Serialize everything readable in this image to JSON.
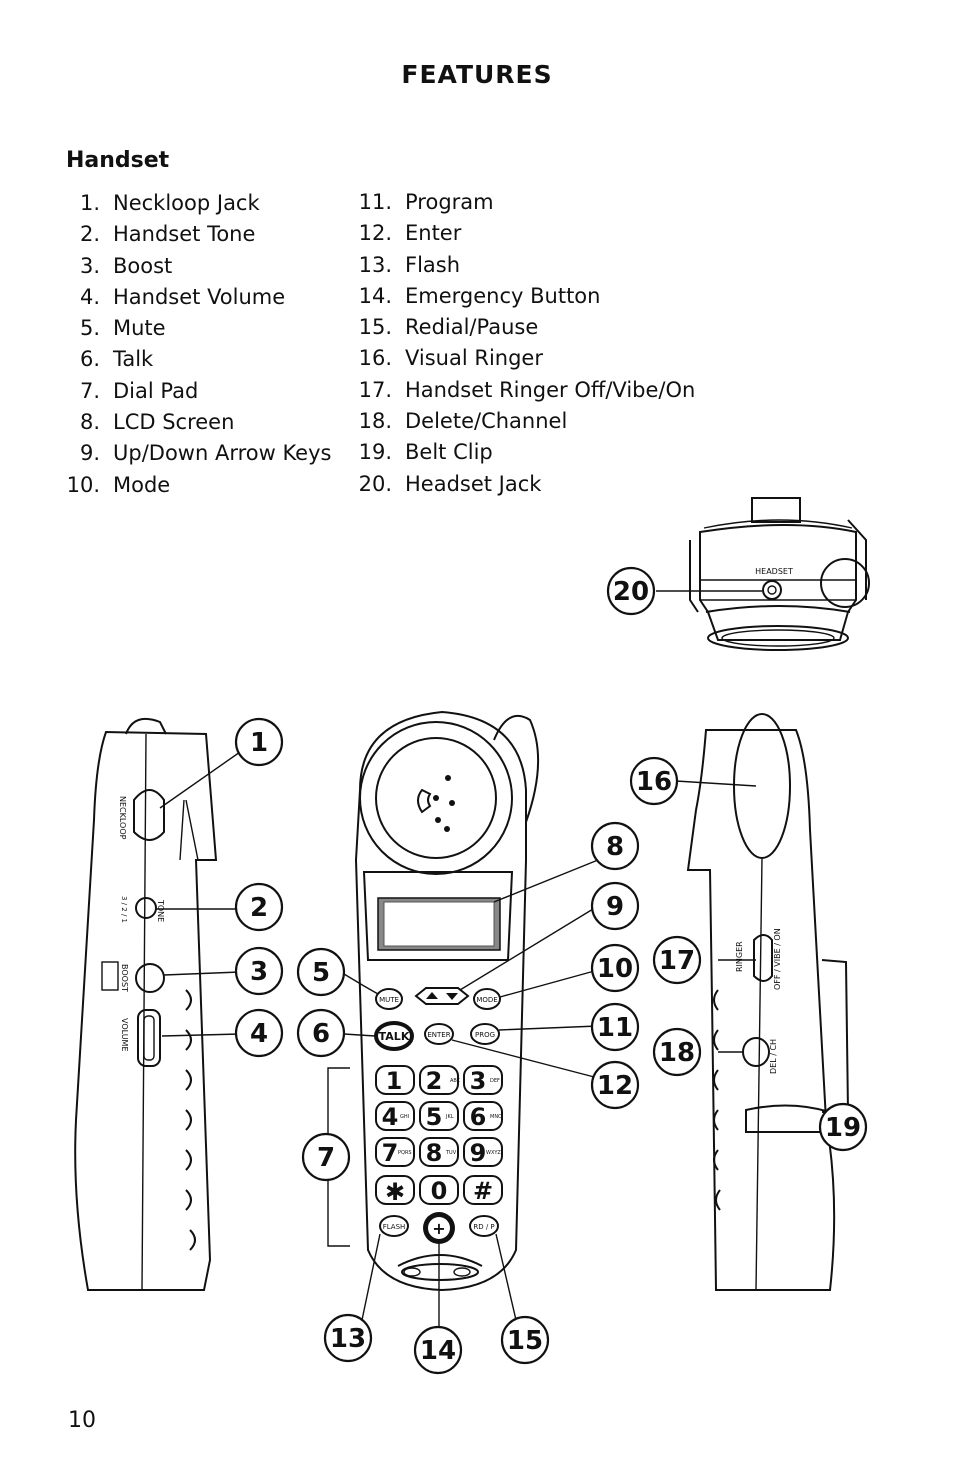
{
  "page": {
    "title": "FEATURES",
    "section": "Handset",
    "page_number": "10"
  },
  "features": [
    {
      "num": "1.",
      "label": "Neckloop Jack"
    },
    {
      "num": "2.",
      "label": "Handset Tone"
    },
    {
      "num": "3.",
      "label": "Boost"
    },
    {
      "num": "4.",
      "label": "Handset Volume"
    },
    {
      "num": "5.",
      "label": "Mute"
    },
    {
      "num": "6.",
      "label": "Talk"
    },
    {
      "num": "7.",
      "label": "Dial Pad"
    },
    {
      "num": "8.",
      "label": "LCD Screen"
    },
    {
      "num": "9.",
      "label": "Up/Down Arrow Keys"
    },
    {
      "num": "10.",
      "label": "Mode"
    },
    {
      "num": "11.",
      "label": "Program"
    },
    {
      "num": "12.",
      "label": "Enter"
    },
    {
      "num": "13.",
      "label": "Flash"
    },
    {
      "num": "14.",
      "label": "Emergency Button"
    },
    {
      "num": "15.",
      "label": "Redial/Pause"
    },
    {
      "num": "16.",
      "label": "Visual Ringer"
    },
    {
      "num": "17.",
      "label": "Handset Ringer Off/Vibe/On"
    },
    {
      "num": "18.",
      "label": "Delete/Channel"
    },
    {
      "num": "19.",
      "label": "Belt Clip"
    },
    {
      "num": "20.",
      "label": "Headset Jack"
    }
  ],
  "callouts": {
    "c1": "1",
    "c2": "2",
    "c3": "3",
    "c4": "4",
    "c5": "5",
    "c6": "6",
    "c7": "7",
    "c8": "8",
    "c9": "9",
    "c10": "10",
    "c11": "11",
    "c12": "12",
    "c13": "13",
    "c14": "14",
    "c15": "15",
    "c16": "16",
    "c17": "17",
    "c18": "18",
    "c19": "19",
    "c20": "20"
  },
  "device_labels": {
    "headset": "HEADSET",
    "neckloop": "NECKLOOP",
    "tone": "TONE",
    "tone_scale": "3 / 2 / 1",
    "boost": "BOOST",
    "volume": "VOLUME",
    "ringer": "RINGER",
    "off_vibe_on": "OFF / VIBE / ON",
    "del_ch": "DEL / CH",
    "mute": "MUTE",
    "mode": "MODE",
    "talk": "TALK",
    "enter": "ENTER",
    "prog": "PROG",
    "flash": "FLASH",
    "emergency": "+",
    "rdp": "RD / P",
    "keys": [
      {
        "digit": "1",
        "letters": ""
      },
      {
        "digit": "2",
        "letters": "ABC"
      },
      {
        "digit": "3",
        "letters": "DEF"
      },
      {
        "digit": "4",
        "letters": "GHI"
      },
      {
        "digit": "5",
        "letters": "JKL"
      },
      {
        "digit": "6",
        "letters": "MNO"
      },
      {
        "digit": "7",
        "letters": "PQRS"
      },
      {
        "digit": "8",
        "letters": "TUV"
      },
      {
        "digit": "9",
        "letters": "WXYZ"
      },
      {
        "digit": "✱",
        "letters": ""
      },
      {
        "digit": "0",
        "letters": ""
      },
      {
        "digit": "#",
        "letters": ""
      }
    ]
  }
}
